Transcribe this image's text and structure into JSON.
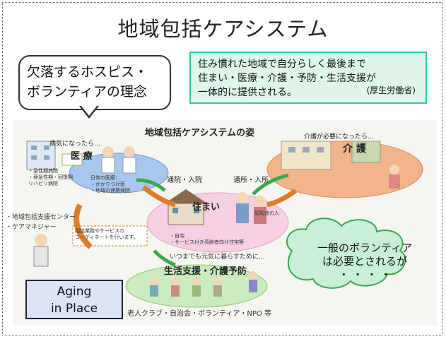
{
  "title": "地域包括ケアシステム",
  "speech_bubble": {
    "line1": "欠落するホスピス・",
    "line2": "ボランティアの理念"
  },
  "note": {
    "line1": "住み慣れた地域で自分らしく最後まで",
    "line2": "住まい・医療・介護・予防・生活支援が",
    "line3": "一体的に提供される。",
    "source": "(厚生労働省)"
  },
  "diagram": {
    "title": "地域包括ケアシステムの姿",
    "sick_caption": "病気になったら…",
    "medical": "医 療",
    "care_caption": "介護が必要になったら…",
    "care": "介 護",
    "home": "住まい",
    "visit_left": "通院・入院",
    "visit_right": "通所・入所",
    "center": "・地域包括支援センター",
    "care_manager": "・ケアマネジャー",
    "consult": "相談業務やサービスの\nコーディネートを行います。",
    "home_items": "・自宅\n・サービス付き高齢者向け住宅等",
    "everyday_caption": "いつまでも元気に暮らすために…",
    "life_support": "生活支援・介護予防",
    "groups": "老人クラブ・自治会・ボランティア・NPO 等",
    "elder_label": "認知症の人",
    "hospital_list": "・急性期病院\n・亜急性期・回復期\n リハビリ病院",
    "doctor_list": "日常の医療：\n・かかりつけ医\n・地域の連携病院"
  },
  "cloud": {
    "line1": "一般のボランティア",
    "line2": "は必要とされるが",
    "line3": "・ ・ ・ ・"
  },
  "aging": {
    "line1": "Aging",
    "line2": "in Place"
  },
  "colors": {
    "note_bg": "#dff7ea",
    "note_border": "#33cc99",
    "cloud": "#c8f0d8",
    "aging_bg": "#dce3f7",
    "arrow_orange": "#e07b2a",
    "arrow_green": "#3aa84a"
  }
}
